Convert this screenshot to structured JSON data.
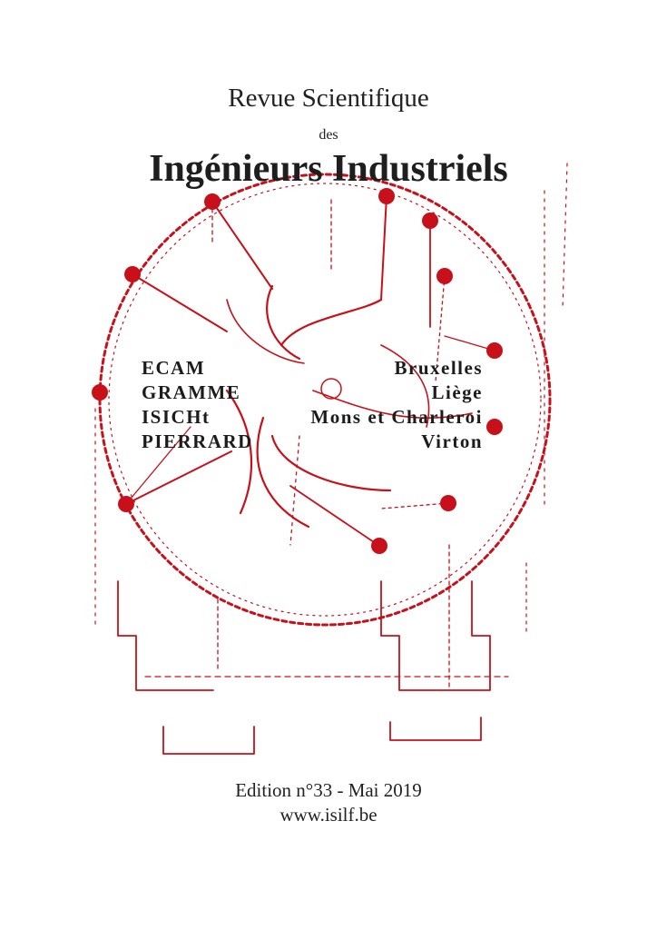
{
  "header": {
    "revue": "Revue Scientifique",
    "des": "des",
    "title": "Ingénieurs Industriels"
  },
  "schools": [
    {
      "name": "ECAM",
      "city": "Bruxelles"
    },
    {
      "name": "GRAMME",
      "city": "Liège"
    },
    {
      "name": "ISICHt",
      "city": "Mons et Charleroi"
    },
    {
      "name": "PIERRARD",
      "city": "Virton"
    }
  ],
  "footer": {
    "edition": "Edition n°33 - Mai 2019",
    "website": "www.isilf.be"
  },
  "drawing": {
    "ink_color": "#c8101a",
    "dot_color": "#c8101a"
  }
}
